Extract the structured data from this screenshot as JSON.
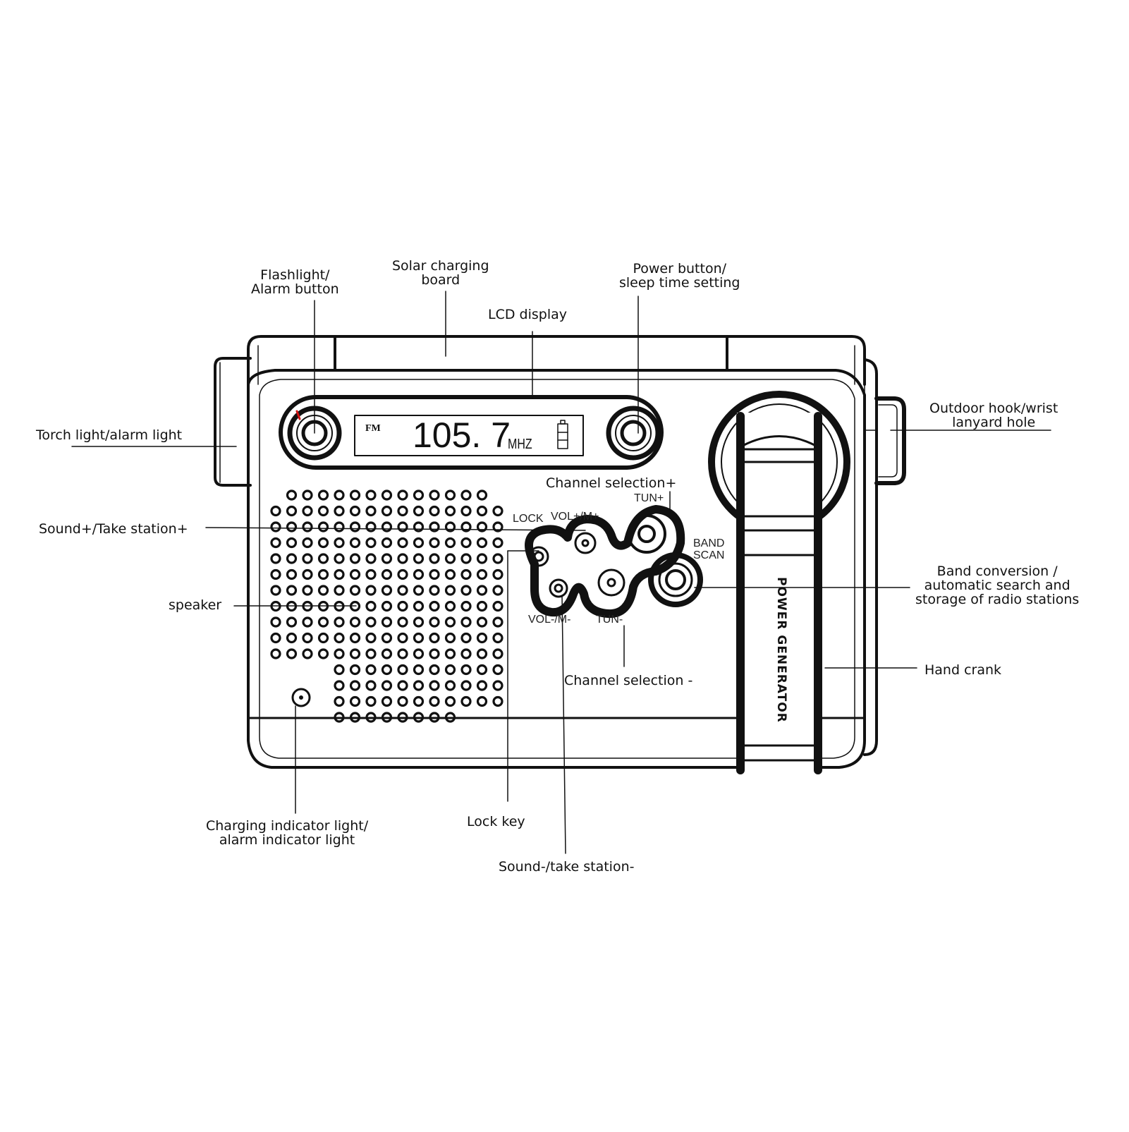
{
  "diagram": {
    "title": "Emergency hand-crank radio – parts diagram",
    "lcd": {
      "band": "FM",
      "frequency": "105. 7",
      "unit": "MHZ",
      "battery_icon": "battery-icon"
    },
    "device_labels": {
      "lock": "LOCK",
      "vol_plus": "VOL+/M+",
      "tun_plus": "TUN+",
      "vol_minus": "VOL-/M-",
      "tun_minus": "TUN-",
      "band_scan": "BAND\nSCAN",
      "crank_text": "POWER GENERATOR"
    },
    "callouts": {
      "flashlight_alarm_button": "Flashlight/\nAlarm button",
      "solar_charging_board": "Solar charging\nboard",
      "lcd_display": "LCD display",
      "power_button": "Power button/\nsleep time setting",
      "torch_light": "Torch light/alarm light",
      "outdoor_hook": "Outdoor hook/wrist\nlanyard hole",
      "channel_selection_plus": "Channel selection+",
      "sound_plus": "Sound+/Take station+",
      "band_conversion": "Band conversion /\nautomatic search and\nstorage of radio stations",
      "speaker": "speaker",
      "channel_selection_minus": "Channel selection -",
      "hand_crank": "Hand crank",
      "charging_indicator": "Charging indicator light/\nalarm indicator light",
      "lock_key": "Lock key",
      "sound_minus": "Sound-/take station-"
    },
    "colors": {
      "line": "#111111",
      "accent_red": "#d01010",
      "background": "#ffffff"
    }
  }
}
